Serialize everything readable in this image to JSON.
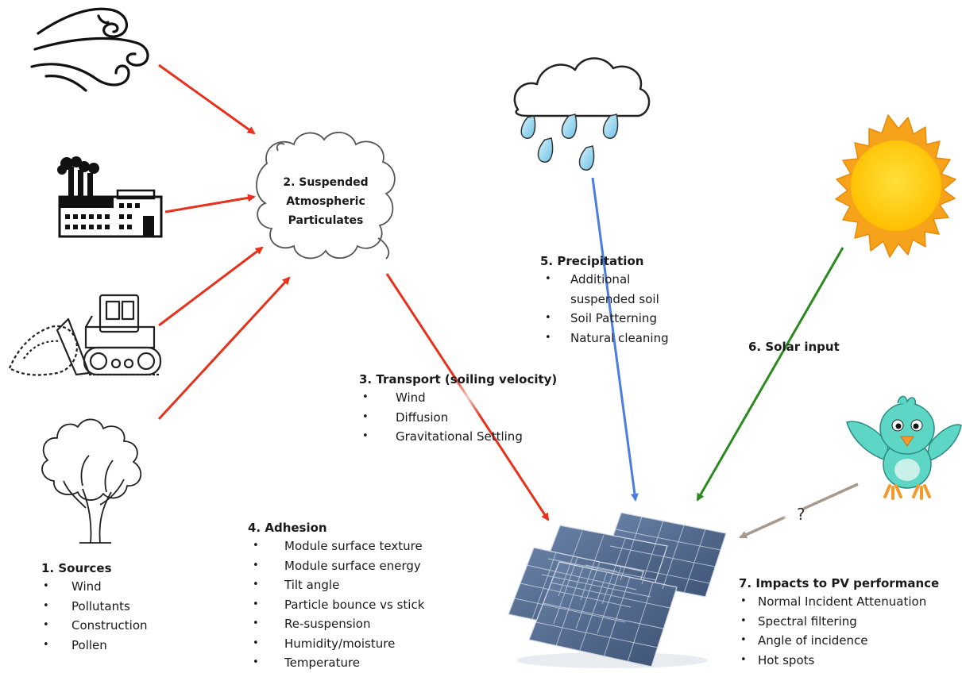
{
  "labels": {
    "suspended": [
      "2. Suspended",
      "Atmospheric",
      "Particulates"
    ],
    "solar_input": "6. Solar input",
    "question_mark": "?"
  },
  "sections": {
    "sources": {
      "title": "1. Sources",
      "items": [
        "Wind",
        "Pollutants",
        "Construction",
        "Pollen"
      ]
    },
    "transport": {
      "title": "3. Transport (soiling velocity)",
      "items": [
        "Wind",
        "Diffusion",
        "Gravitational Settling"
      ]
    },
    "adhesion": {
      "title": "4. Adhesion",
      "items": [
        "Module surface texture",
        "Module surface energy",
        "Tilt angle",
        "Particle bounce vs stick",
        "Re-suspension",
        "Humidity/moisture",
        "Temperature"
      ]
    },
    "precipitation": {
      "title": "5. Precipitation",
      "items": [
        "Additional suspended soil",
        "Soil Patterning",
        "Natural cleaning"
      ]
    },
    "impacts": {
      "title": "7. Impacts to PV performance",
      "items": [
        "Normal Incident Attenuation",
        "Spectral filtering",
        "Angle of incidence",
        "Hot spots"
      ]
    }
  },
  "icons": [
    "wind-icon",
    "factory-icon",
    "bulldozer-icon",
    "tree-icon",
    "dust-cloud-icon",
    "rain-cloud-icon",
    "sun-icon",
    "bird-icon",
    "solar-panel-icon"
  ],
  "colors": {
    "source_arrows": "#e8311a",
    "precipitation_arrow": "#4a7de0",
    "solar_arrow": "#2a8a1e",
    "bird_arrow": "#a8998c",
    "sun": "#f6a21a",
    "rain": "#8fd0ee",
    "bird": "#5ed6c6",
    "panel": "#4f6485"
  }
}
